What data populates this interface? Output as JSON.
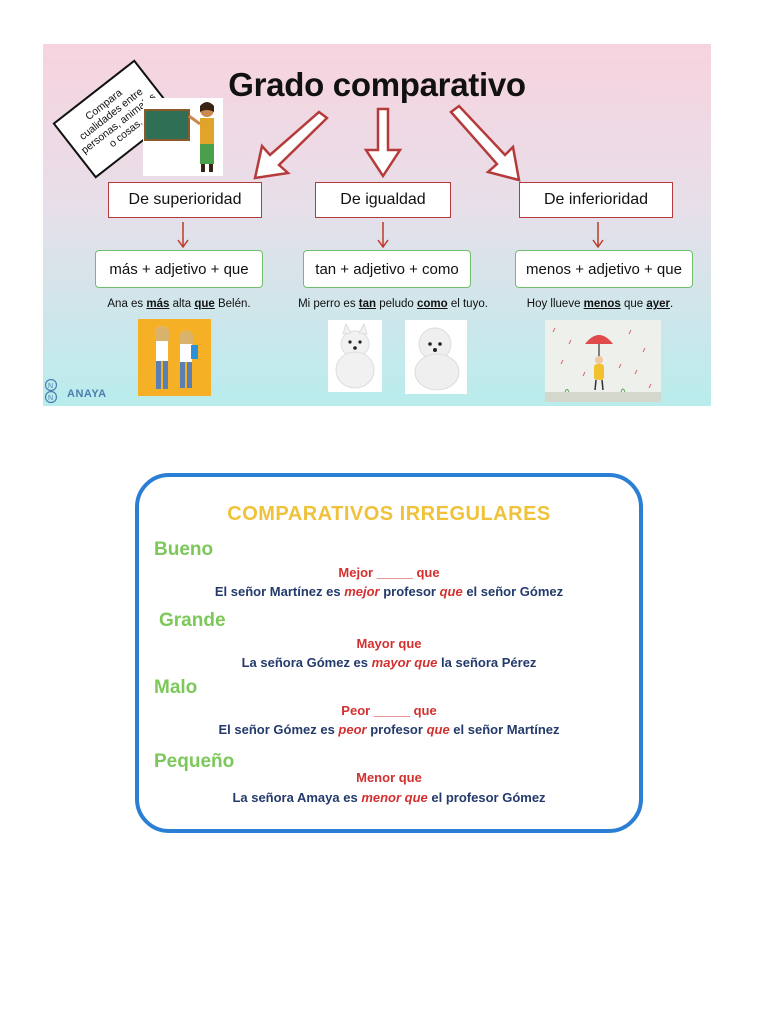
{
  "infographic": {
    "title": "Grado comparativo",
    "note": "Compara cualidades entre personas, animales o cosas.",
    "categories": [
      {
        "label": "De superioridad",
        "formula": "más + adjetivo + que",
        "example": {
          "pre": "Ana es ",
          "k1": "más",
          "mid": " alta ",
          "k2": "que",
          "post": " Belén."
        }
      },
      {
        "label": "De igualdad",
        "formula": "tan + adjetivo + como",
        "example": {
          "pre": "Mi perro es ",
          "k1": "tan",
          "mid": " peludo ",
          "k2": "como",
          "post": " el tuyo."
        }
      },
      {
        "label": "De inferioridad",
        "formula": "menos + adjetivo + que",
        "example": {
          "pre": "Hoy llueve ",
          "k1": "menos",
          "mid": " que ",
          "k2": "ayer",
          "post": "."
        }
      }
    ],
    "logo_text": "ANAYA",
    "colors": {
      "arrow": "#b53b3b",
      "category_border": "#b53b3b",
      "formula_border": "#6fbf6f"
    }
  },
  "irregular": {
    "title": "COMPARATIVOS IRREGULARES",
    "items": [
      {
        "adjective": "Bueno",
        "form": "Mejor _____ que",
        "sentence": {
          "pre": "El señor Martínez es ",
          "h1": "mejor",
          "mid": " profesor ",
          "h2": "que",
          "post": " el señor Gómez"
        }
      },
      {
        "adjective": "Grande",
        "form": "Mayor que",
        "sentence": {
          "pre": "La señora Gómez es ",
          "h1": "mayor",
          "mid": " ",
          "h2": "que",
          "post": " la señora Pérez"
        }
      },
      {
        "adjective": "Malo",
        "form": "Peor _____ que",
        "sentence": {
          "pre": "El señor Gómez es ",
          "h1": "peor",
          "mid": " profesor ",
          "h2": "que",
          "post": " el señor Martínez"
        }
      },
      {
        "adjective": "Pequeño",
        "form": "Menor que",
        "sentence": {
          "pre": "La señora Amaya es ",
          "h1": "menor",
          "mid": " ",
          "h2": "que",
          "post": " el profesor Gómez"
        }
      }
    ],
    "colors": {
      "border": "#2a7fd4",
      "title": "#efc23a",
      "adjective": "#7cc85a",
      "highlight": "#d33030",
      "text": "#233a6b"
    }
  }
}
